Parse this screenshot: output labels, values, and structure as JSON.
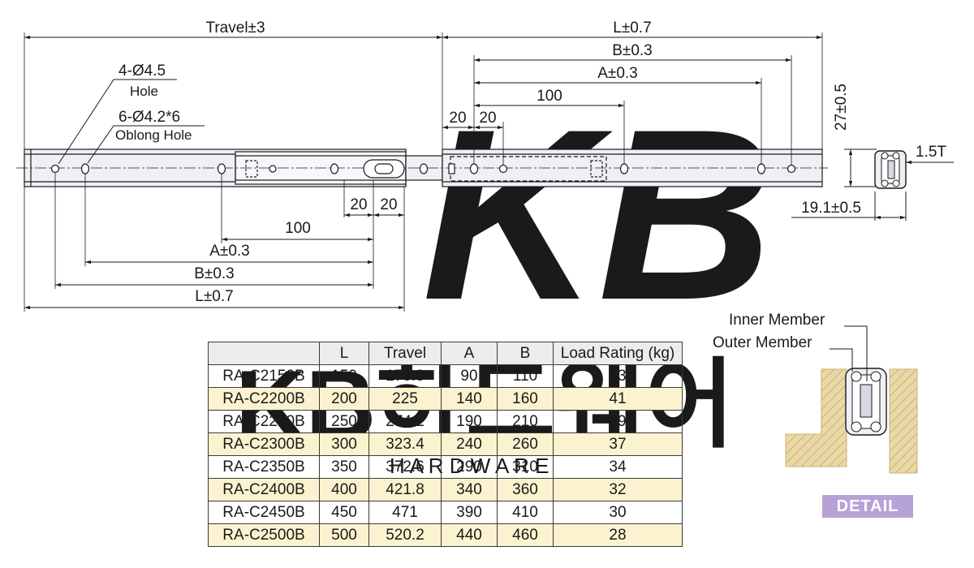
{
  "watermark": {
    "logo": "KB",
    "korean": "KB하드웨어",
    "sub": "H A R D W A R E"
  },
  "dims": {
    "travel": "Travel±3",
    "l_top": "L±0.7",
    "b_top": "B±0.3",
    "a_top": "A±0.3",
    "hundred_top": "100",
    "twenty_top_1": "20",
    "twenty_top_2": "20",
    "height": "27±0.5",
    "thickness": "1.5T",
    "width": "19.1±0.5",
    "twenty_bot_1": "20",
    "twenty_bot_2": "20",
    "hundred_bot": "100",
    "a_bot": "A±0.3",
    "b_bot": "B±0.3",
    "l_bot": "L±0.7"
  },
  "holes": {
    "hole_spec": "4-Ø4.5",
    "hole_label": "Hole",
    "oblong_spec": "6-Ø4.2*6",
    "oblong_label": "Oblong Hole"
  },
  "detail": {
    "inner_member": "Inner Member",
    "outer_member": "Outer Member",
    "badge": "DETAIL"
  },
  "table": {
    "headers": [
      "",
      "L",
      "Travel",
      "A",
      "B",
      "Load Rating (kg)"
    ],
    "rows": [
      [
        "RA-C2150B",
        "150",
        "175.8",
        "90",
        "110",
        "43"
      ],
      [
        "RA-C2200B",
        "200",
        "225",
        "140",
        "160",
        "41"
      ],
      [
        "RA-C2250B",
        "250",
        "274.2",
        "190",
        "210",
        "39"
      ],
      [
        "RA-C2300B",
        "300",
        "323.4",
        "240",
        "260",
        "37"
      ],
      [
        "RA-C2350B",
        "350",
        "372.6",
        "290",
        "310",
        "34"
      ],
      [
        "RA-C2400B",
        "400",
        "421.8",
        "340",
        "360",
        "32"
      ],
      [
        "RA-C2450B",
        "450",
        "471",
        "390",
        "410",
        "30"
      ],
      [
        "RA-C2500B",
        "500",
        "520.2",
        "440",
        "460",
        "28"
      ]
    ]
  },
  "colors": {
    "line": "#1a1a1a",
    "rail": "#eef0f5",
    "table_alt": "#fbf3cf",
    "table_header": "#ececec",
    "wood": "#ead8a6",
    "badge": "#b7a2d6",
    "watermark": "#d9dce6"
  }
}
